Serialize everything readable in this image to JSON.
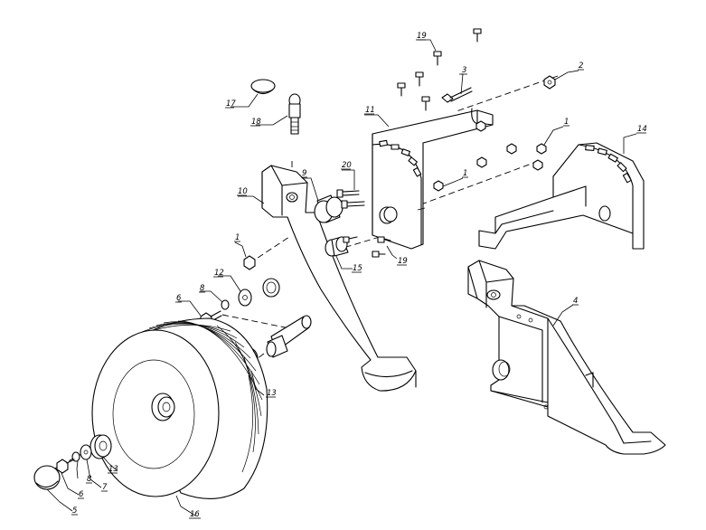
{
  "diagram": {
    "callouts": [
      {
        "id": "c1a",
        "text": "1"
      },
      {
        "id": "c1b",
        "text": "1"
      },
      {
        "id": "c1c",
        "text": "1"
      },
      {
        "id": "c2",
        "text": "2"
      },
      {
        "id": "c3",
        "text": "3"
      },
      {
        "id": "c4a",
        "text": "4"
      },
      {
        "id": "c4b",
        "text": "4"
      },
      {
        "id": "c5",
        "text": "5"
      },
      {
        "id": "c6",
        "text": "6"
      },
      {
        "id": "c7",
        "text": "7"
      },
      {
        "id": "c8a",
        "text": "8"
      },
      {
        "id": "c8b",
        "text": "8"
      },
      {
        "id": "c9",
        "text": "9"
      },
      {
        "id": "c10",
        "text": "10"
      },
      {
        "id": "c11",
        "text": "11"
      },
      {
        "id": "c12",
        "text": "12"
      },
      {
        "id": "c13a",
        "text": "13"
      },
      {
        "id": "c13b",
        "text": "13"
      },
      {
        "id": "c14",
        "text": "14"
      },
      {
        "id": "c15",
        "text": "15"
      },
      {
        "id": "c16",
        "text": "16"
      },
      {
        "id": "c17",
        "text": "17"
      },
      {
        "id": "c18",
        "text": "18"
      },
      {
        "id": "c19a",
        "text": "19"
      },
      {
        "id": "c19b",
        "text": "19"
      },
      {
        "id": "c20",
        "text": "20"
      }
    ]
  }
}
